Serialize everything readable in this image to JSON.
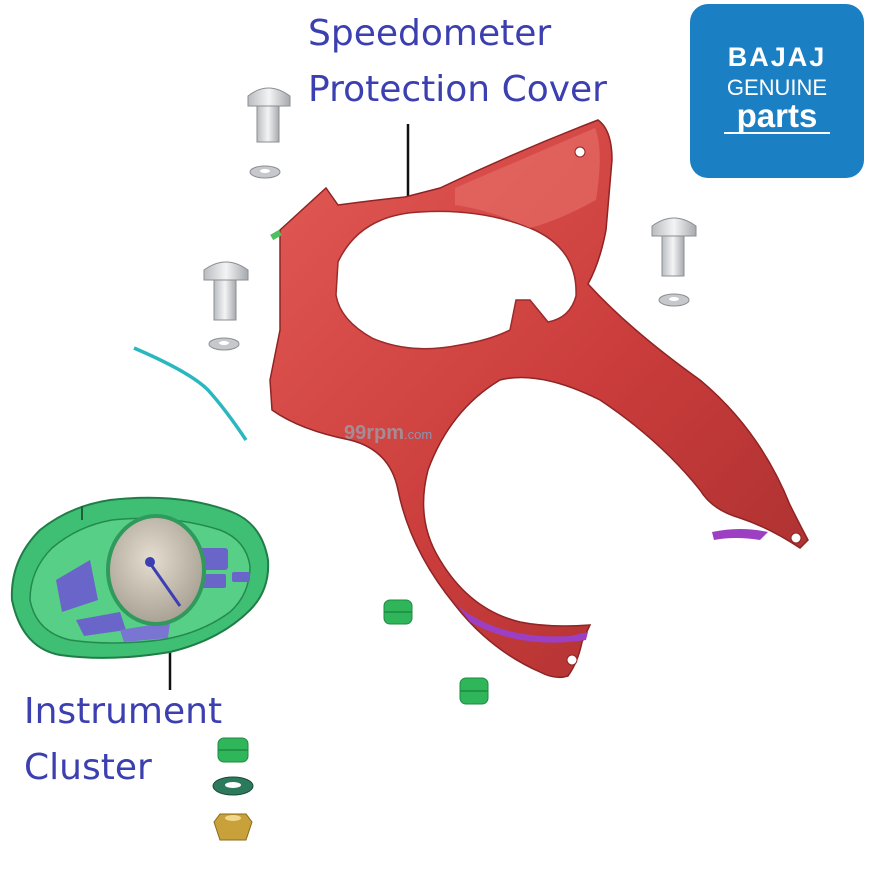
{
  "labels": {
    "cover_line1": "Speedometer",
    "cover_line2": "Protection Cover",
    "cluster_line1": "Instrument",
    "cluster_line2": "Cluster"
  },
  "logo": {
    "brand": "BAJAJ",
    "line2": "GENUINE",
    "line3": "parts",
    "color": "#1b7fc4"
  },
  "watermark": {
    "main": "99rpm",
    "suffix": ".com"
  },
  "colors": {
    "label_text": "#3b3fb0",
    "cover": "#c8403f",
    "cluster": "#3fbf74",
    "grommet": "#2fb55a"
  }
}
